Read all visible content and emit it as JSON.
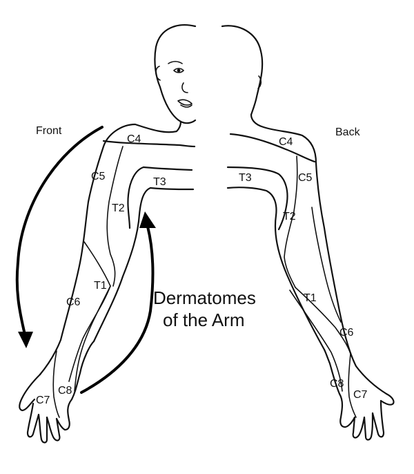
{
  "title": {
    "line1": "Dermatomes",
    "line2": "of the Arm"
  },
  "views": {
    "front": "Front",
    "back": "Back"
  },
  "dermatomes": {
    "front": {
      "c4": "C4",
      "c5": "C5",
      "t2": "T2",
      "t3": "T3",
      "t1": "T1",
      "c6": "C6",
      "c8": "C8",
      "c7": "C7"
    },
    "back": {
      "c4": "C4",
      "c5": "C5",
      "t3": "T3",
      "t2": "T2",
      "t1": "T1",
      "c6": "C6",
      "c8": "C8",
      "c7": "C7"
    }
  },
  "colors": {
    "line": "#111111",
    "background": "#ffffff"
  }
}
